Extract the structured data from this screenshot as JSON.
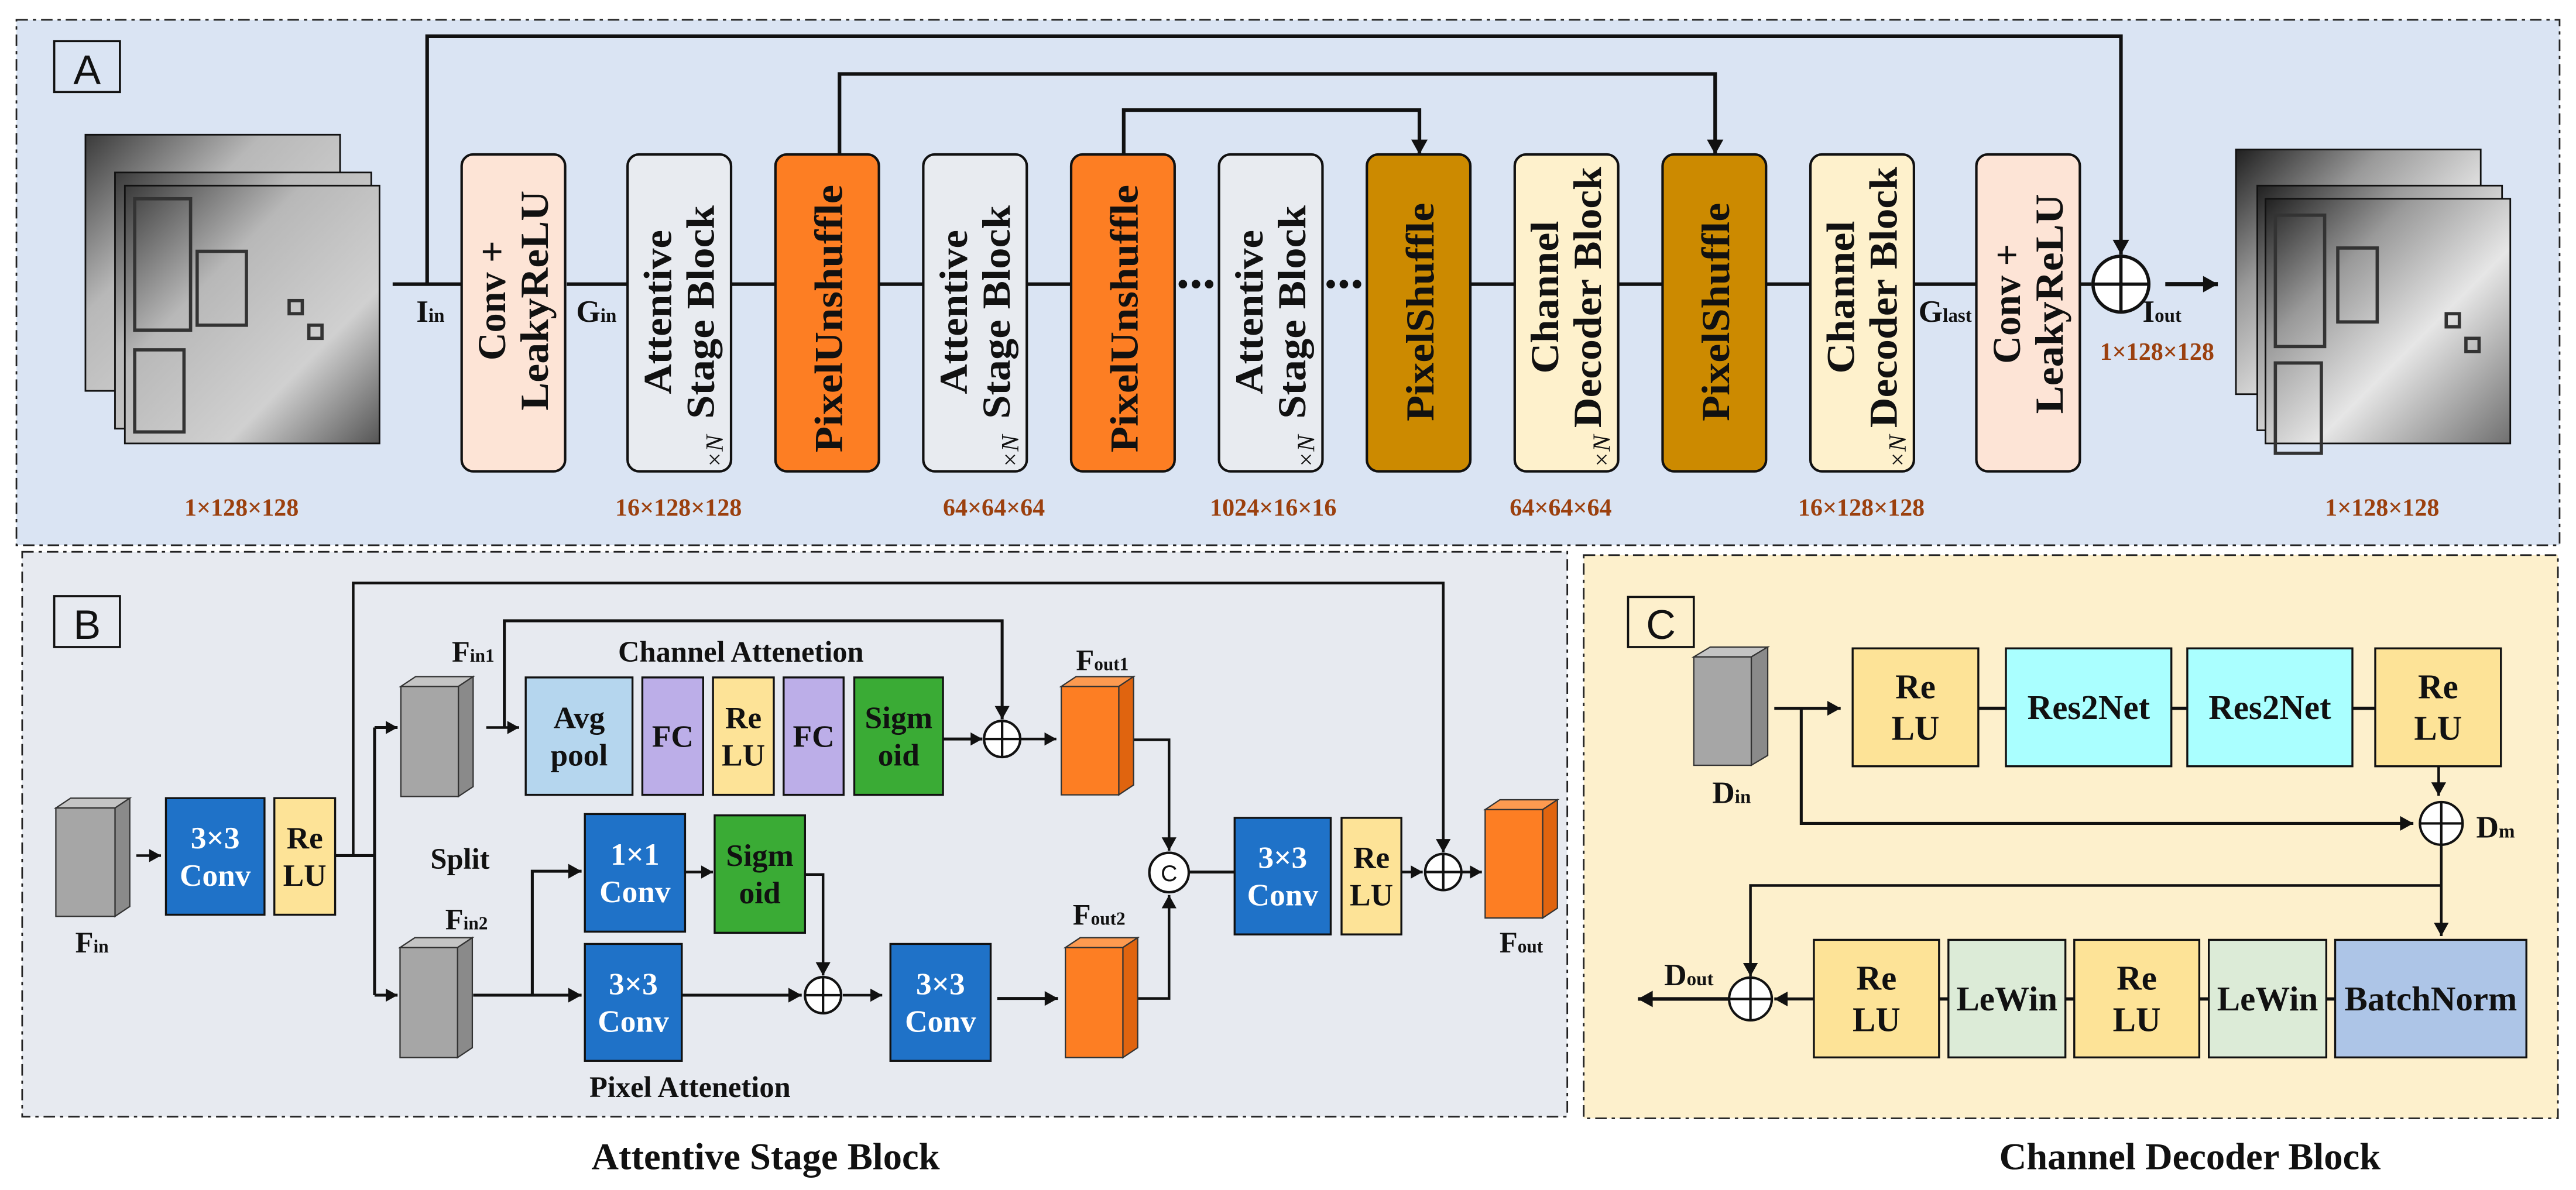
{
  "colors": {
    "panel_a_bg": "#dae4f3",
    "panel_b_bg": "#e7eaf0",
    "panel_c_bg": "#fdf0cc",
    "dimension_text": "#9b400e",
    "conv_blue": "#1f72c8",
    "relu_yellow": "#fde397",
    "sigmoid_green": "#3aab35",
    "avgpool_blue": "#b5d6ee",
    "fc_purple": "#bcaee8",
    "feature_gray": "#a6a6a6",
    "feature_orange": "#fd7e23",
    "res2net_cyan": "#aaffff",
    "lewin_green": "#dcebd7",
    "batchnorm_blue": "#adc5e7"
  },
  "panel_a": {
    "label": "A",
    "blocks": [
      {
        "lines": [
          "Conv +",
          "LeakyReLU"
        ],
        "color": "#fde4d6"
      },
      {
        "lines": [
          "Attentive",
          "Stage Block"
        ],
        "repeat": "×N",
        "color": "#e8ebf0"
      },
      {
        "lines": [
          "PixelUnshuffle"
        ],
        "color": "#fd7e23"
      },
      {
        "lines": [
          "Attentive",
          "Stage Block"
        ],
        "repeat": "×N",
        "color": "#e8ebf0"
      },
      {
        "lines": [
          "PixelUnshuffle"
        ],
        "color": "#fd7e23"
      },
      {
        "lines": [
          "Attentive",
          "Stage Block"
        ],
        "repeat": "×N",
        "color": "#e8ebf0"
      },
      {
        "lines": [
          "PixelShuffle"
        ],
        "color": "#cc8a00"
      },
      {
        "lines": [
          "Channel",
          "Decoder Block"
        ],
        "repeat": "×N",
        "color": "#fef1cc"
      },
      {
        "lines": [
          "PixelShuffle"
        ],
        "color": "#cc8a00"
      },
      {
        "lines": [
          "Channel",
          "Decoder Block"
        ],
        "repeat": "×N",
        "color": "#fef1cc"
      },
      {
        "lines": [
          "Conv +",
          "LeakyReLU"
        ],
        "color": "#fde4d6"
      }
    ],
    "signals": {
      "i_in": {
        "main": "I",
        "sub": "in"
      },
      "g_in": {
        "main": "G",
        "sub": "in"
      },
      "g_last": {
        "main": "G",
        "sub": "last"
      },
      "i_out": {
        "main": "I",
        "sub": "out"
      }
    },
    "dims": [
      "1×128×128",
      "16×128×128",
      "64×64×64",
      "1024×16×16",
      "64×64×64",
      "16×128×128",
      "1×128×128"
    ],
    "output_dim": "1×128×128"
  },
  "panel_b": {
    "label": "B",
    "title": "Attentive Stage Block",
    "channel_attention_label": "Channel Attenetion",
    "pixel_attention_label": "Pixel Attenetion",
    "split_label": "Split",
    "concat_symbol": "C",
    "signals": {
      "f_in": {
        "main": "F",
        "sub": "in"
      },
      "f_in1": {
        "main": "F",
        "sub": "in1"
      },
      "f_in2": {
        "main": "F",
        "sub": "in2"
      },
      "f_out1": {
        "main": "F",
        "sub": "out1"
      },
      "f_out2": {
        "main": "F",
        "sub": "out2"
      },
      "f_out": {
        "main": "F",
        "sub": "out"
      }
    },
    "blocks": {
      "conv_in": [
        "3×3",
        "Conv"
      ],
      "relu_in": [
        "Re",
        "LU"
      ],
      "avgpool": [
        "Avg",
        "pool"
      ],
      "fc1": [
        "FC"
      ],
      "relu_ca": [
        "Re",
        "LU"
      ],
      "fc2": [
        "FC"
      ],
      "sigmoid_ca": [
        "Sigm",
        "oid"
      ],
      "conv1x1": [
        "1×1",
        "Conv"
      ],
      "sigmoid_pa": [
        "Sigm",
        "oid"
      ],
      "conv_pa": [
        "3×3",
        "Conv"
      ],
      "conv_pa2": [
        "3×3",
        "Conv"
      ],
      "conv_out": [
        "3×3",
        "Conv"
      ],
      "relu_out": [
        "Re",
        "LU"
      ]
    }
  },
  "panel_c": {
    "label": "C",
    "title": "Channel Decoder Block",
    "signals": {
      "d_in": {
        "main": "D",
        "sub": "in"
      },
      "d_m": {
        "main": "D",
        "sub": "m"
      },
      "d_out": {
        "main": "D",
        "sub": "out"
      }
    },
    "blocks": {
      "relu1": [
        "Re",
        "LU"
      ],
      "res2net1": [
        "Res2Net"
      ],
      "res2net2": [
        "Res2Net"
      ],
      "relu2": [
        "Re",
        "LU"
      ],
      "relu3": [
        "Re",
        "LU"
      ],
      "lewin1": [
        "LeWin"
      ],
      "relu4": [
        "Re",
        "LU"
      ],
      "lewin2": [
        "LeWin"
      ],
      "batchnorm": [
        "BatchNorm"
      ]
    }
  }
}
